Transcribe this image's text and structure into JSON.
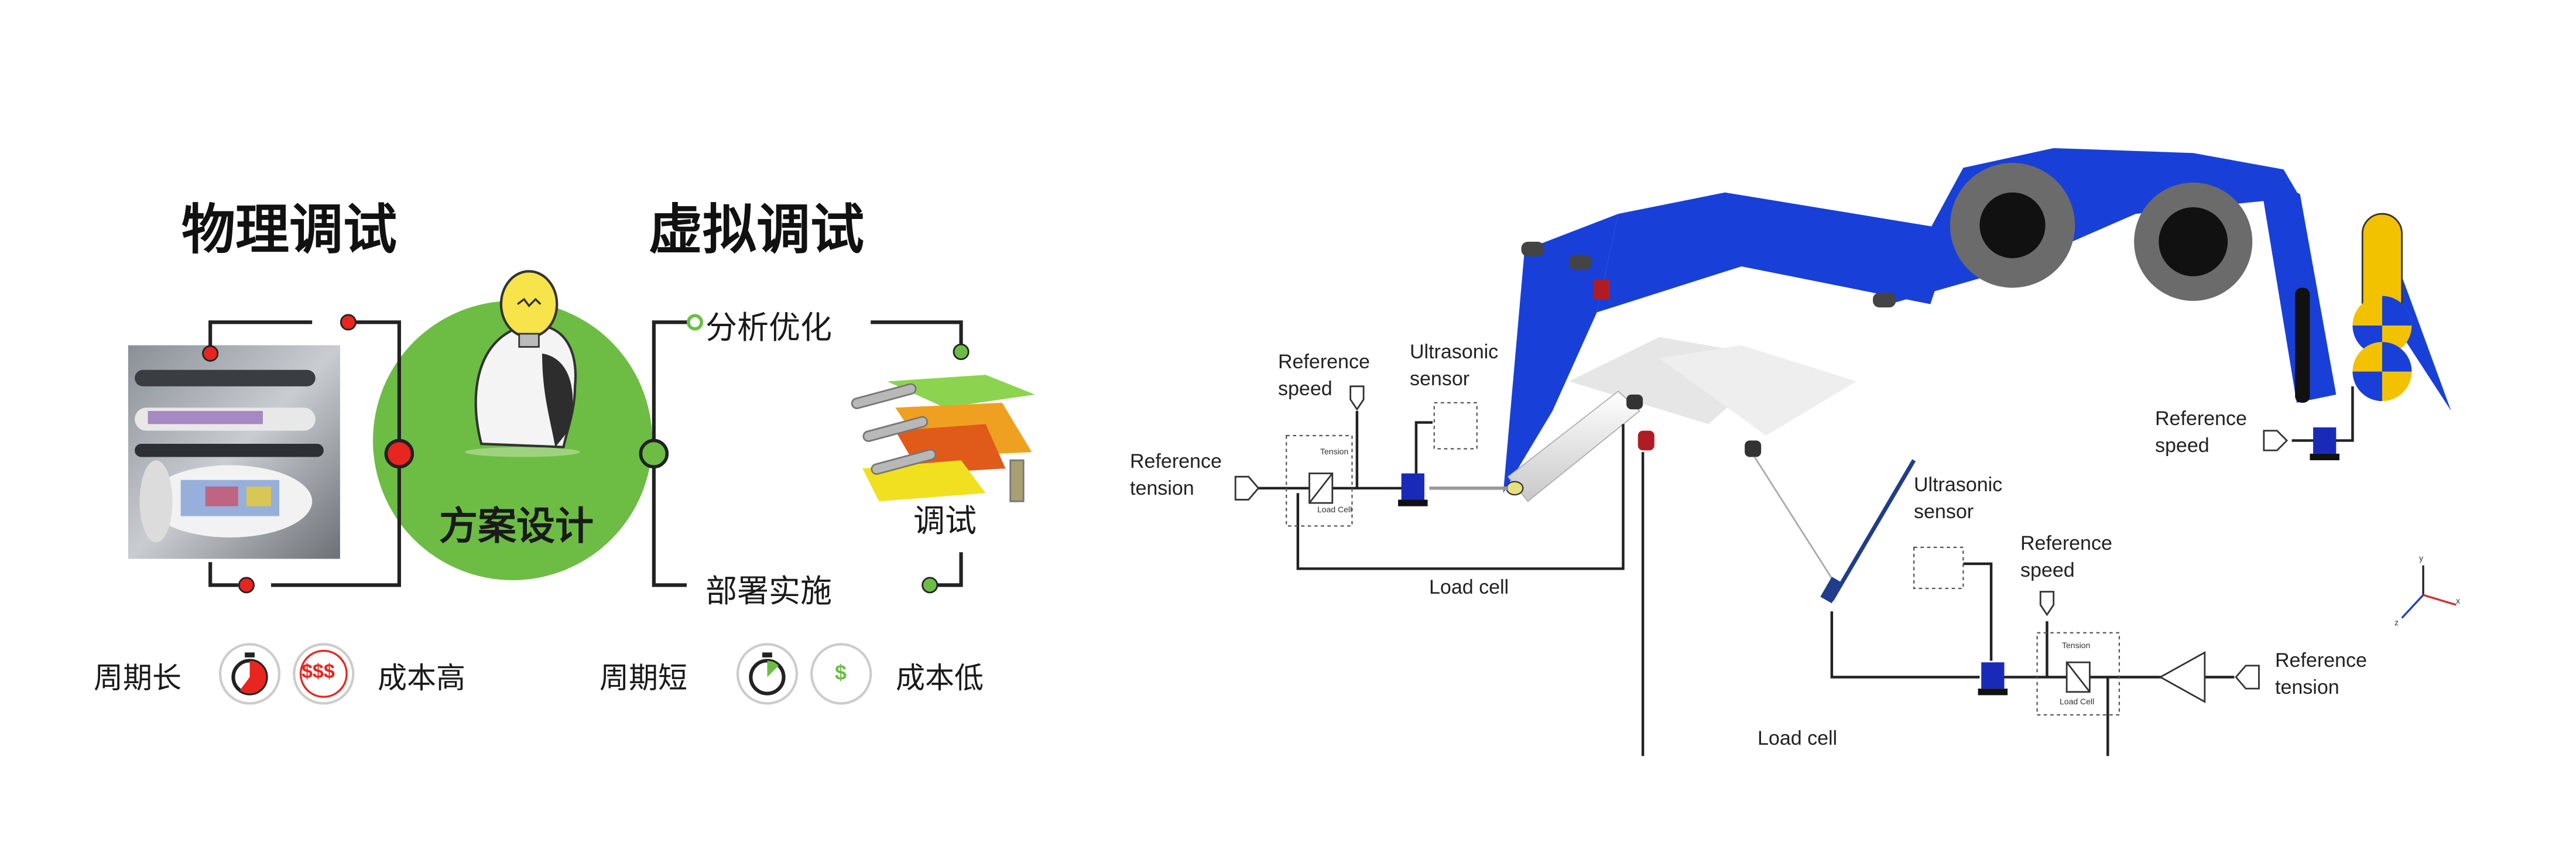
{
  "left": {
    "title_physical": "物理调试",
    "title_virtual": "虚拟调试",
    "center_label": "方案设计",
    "step_analyze": "分析优化",
    "step_debug": "调试",
    "step_deploy": "部署实施",
    "physical_cycle": "周期长",
    "physical_cost": "成本高",
    "physical_cost_symbol": "$$$",
    "virtual_cycle": "周期短",
    "virtual_cost": "成本低",
    "virtual_cost_symbol": "$",
    "colors": {
      "green": "#6dbd45",
      "red": "#e8251f",
      "dark": "#222222"
    }
  },
  "right": {
    "ref_tension_1": "Reference tension",
    "ref_speed_1": "Reference speed",
    "ultrasonic_1": "Ultrasonic sensor",
    "load_cell_1": "Load cell",
    "tension_small_1": "Tension",
    "loadcell_small_1": "Load Cell",
    "ref_speed_2": "Reference speed",
    "ultrasonic_2": "Ultrasonic sensor",
    "ref_speed_3": "Reference speed",
    "ref_tension_2": "Reference tension",
    "load_cell_2": "Load cell",
    "tension_small_2": "Tension",
    "loadcell_small_2": "Load Cell",
    "axis_x": "x",
    "axis_y": "y",
    "axis_z": "z",
    "colors": {
      "belt": "#1840d8",
      "roller": "#6b6b6b",
      "yellow": "#f2c200"
    }
  }
}
